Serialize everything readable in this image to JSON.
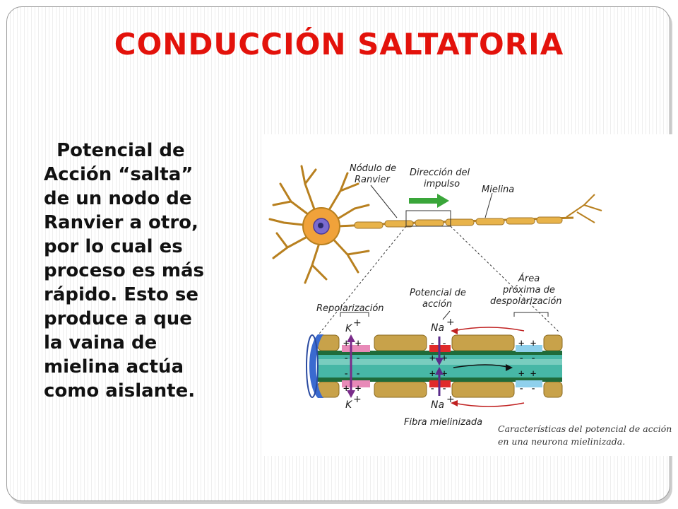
{
  "slide": {
    "title": "CONDUCCIÓN SALTATORIA",
    "body_lines": [
      "  Potencial de",
      "Acción “salta”",
      "de un nodo de",
      "Ranvier a otro,",
      "por lo cual es",
      "proceso es más",
      "rápido. Esto se",
      "produce a que",
      "la vaina de",
      "mielina actúa",
      "como aislante."
    ],
    "title_color": "#e3120b"
  },
  "figure": {
    "labels": {
      "nodulo_1": "Nódulo de",
      "nodulo_2": "Ranvier",
      "direccion_1": "Dirección del",
      "direccion_2": "impulso",
      "mielina": "Mielina",
      "repolarizacion": "Repolarización",
      "potencial_1": "Potencial de",
      "potencial_2": "acción",
      "area_1": "Área",
      "area_2": "próxima de",
      "area_3": "despolarización",
      "k_top": "K",
      "k_bottom": "K",
      "na_top": "Na",
      "na_bottom": "Na",
      "charge": "+",
      "fibra": "Fibra mielinizada",
      "caption_1": "Características del potencial de acción",
      "caption_2": "en una neurona mielinizada."
    },
    "signs": {
      "repol_outer": "+ +",
      "repol_inner": "- -",
      "ap_outer": "- -",
      "ap_inner": "+ +",
      "area_outer": "+ +",
      "area_inner": "- -"
    },
    "icons": [
      "neuron-soma-icon",
      "axon-icon",
      "myelin-sheath-icon",
      "impulse-arrow-icon",
      "ion-flow-arrow-icon"
    ],
    "colors": {
      "myelin": "#c8a24a",
      "axoplasm": "#47b7a6",
      "membrane": "#1f6b3a",
      "repolarization": "#e88ab8",
      "action_potential": "#e02a2a",
      "impulse_arrow": "#3aa63a",
      "k_arrow": "#7a2c8a"
    }
  }
}
